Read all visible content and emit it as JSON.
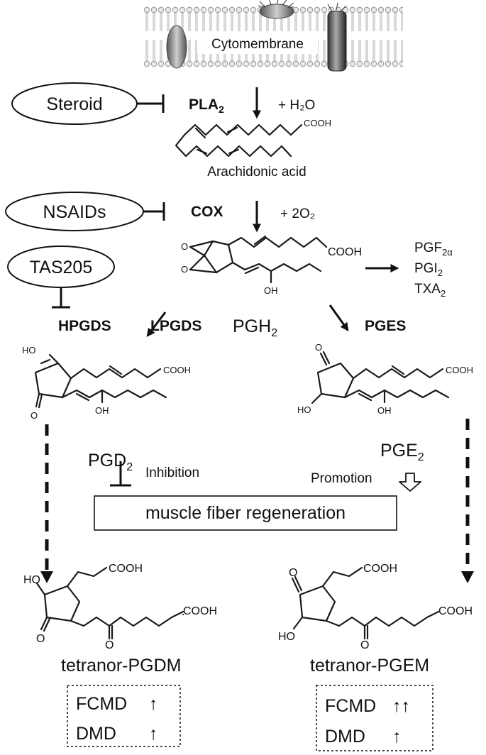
{
  "membrane": {
    "label": "Cytomembrane"
  },
  "step1": {
    "inhibitor": "Steroid",
    "enzyme": "PLA",
    "enzyme_sub": "2",
    "cofactor": "+ H₂O",
    "group": "COOH",
    "product": "Arachidonic acid"
  },
  "step2": {
    "inhibitor": "NSAIDs",
    "enzyme": "COX",
    "cofactor": "+ 2O₂",
    "group": "COOH",
    "oh": "OH",
    "product": "PGH",
    "product_sub": "2"
  },
  "side_products": [
    {
      "base": "PGF",
      "sub": "2α"
    },
    {
      "base": "PGI",
      "sub": "2"
    },
    {
      "base": "TXA",
      "sub": "2"
    }
  ],
  "step3": {
    "inhibitor": "TAS205",
    "enzyme_left_1": "HPGDS",
    "enzyme_left_2": "LPGDS",
    "enzyme_right": "PGES",
    "ho": "HO",
    "oh": "OH",
    "o": "O",
    "cooh": "COOH"
  },
  "effects": {
    "pgd2": "PGD",
    "pgd2_sub": "2",
    "pge2": "PGE",
    "pge2_sub": "2",
    "inhibition": "Inhibition",
    "promotion": "Promotion",
    "regeneration": "muscle fiber regeneration"
  },
  "metabolites": {
    "left": {
      "name": "tetranor-PGDM",
      "ho": "HO",
      "o": "O",
      "cooh_top": "COOH",
      "cooh_chain": "COOH",
      "o_chain": "O"
    },
    "right": {
      "name": "tetranor-PGEM",
      "ho": "HO",
      "o": "O",
      "cooh_top": "COOH",
      "cooh_chain": "COOH",
      "o_chain": "O"
    }
  },
  "markers": {
    "left": [
      {
        "label": "FCMD",
        "arrows": "↑"
      },
      {
        "label": "DMD",
        "arrows": "↑"
      }
    ],
    "right": [
      {
        "label": "FCMD",
        "arrows": "↑↑"
      },
      {
        "label": "DMD",
        "arrows": "↑"
      }
    ]
  }
}
